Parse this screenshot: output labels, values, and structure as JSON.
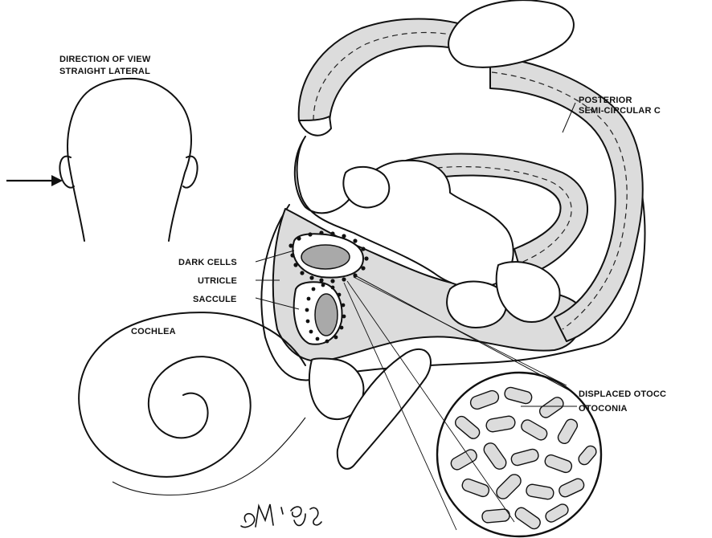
{
  "colors": {
    "shade": "#dcdcdc",
    "dark": "#a9a9a9",
    "ink": "#111111",
    "background": "#ffffff"
  },
  "labels": {
    "direction_line1": "DIRECTION OF VIEW",
    "direction_line2": "STRAIGHT LATERAL",
    "posterior_line1": "POSTERIOR",
    "posterior_line2": "SEMI-CIRCULAR C",
    "dark_cells": "DARK CELLS",
    "utricle": "UTRICLE",
    "saccule": "SACCULE",
    "cochlea": "COCHLEA",
    "displaced_otoconia": "DISPLACED OTOCC",
    "otoconia": "OTOCONIA",
    "signature": "SM '98"
  },
  "icons": {
    "view_arrow": "arrow-right-icon"
  }
}
